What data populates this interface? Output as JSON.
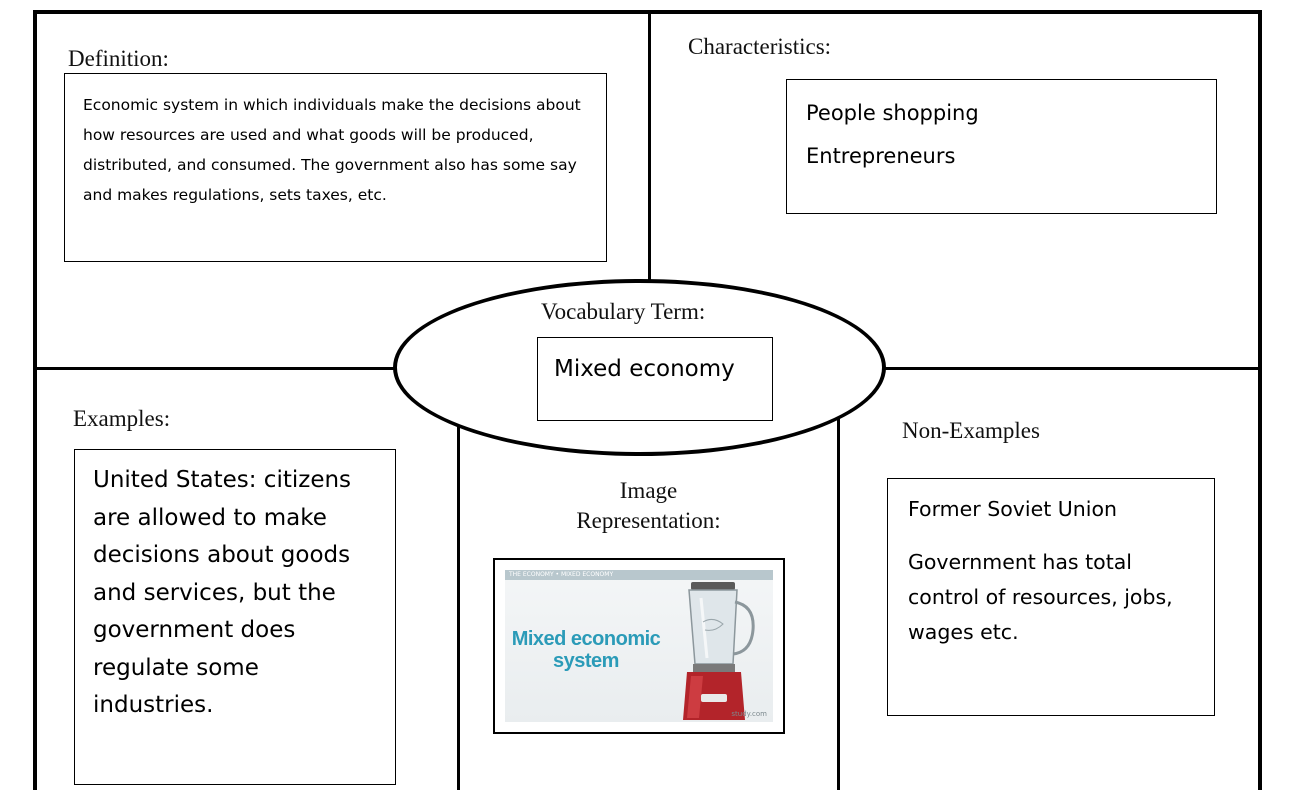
{
  "definition": {
    "heading": "Definition:",
    "text": "Economic system in which individuals make the decisions about how resources are used and what goods will be produced, distributed, and consumed.  The government also has some say and makes regulations, sets taxes, etc."
  },
  "characteristics": {
    "heading": "Characteristics:",
    "items": [
      "People shopping",
      "Entrepreneurs"
    ]
  },
  "vocabulary": {
    "heading": "Vocabulary Term:",
    "term": "Mixed economy"
  },
  "examples": {
    "heading": "Examples:",
    "text": "United States: citizens are allowed to make decisions about goods and services, but the government does regulate some industries."
  },
  "image_representation": {
    "heading_line1": "Image",
    "heading_line2": "Representation:",
    "image_caption": "Mixed economic system",
    "image_topbar": "THE ECONOMY • MIXED ECONOMY",
    "image_watermark": "study.com"
  },
  "non_examples": {
    "heading": "Non-Examples",
    "items": [
      "Former Soviet Union",
      "Government has total control of resources, jobs, wages etc."
    ]
  },
  "colors": {
    "ink": "#000000",
    "caption_teal": "#2b9bb8",
    "blender_red": "#b3242a"
  }
}
